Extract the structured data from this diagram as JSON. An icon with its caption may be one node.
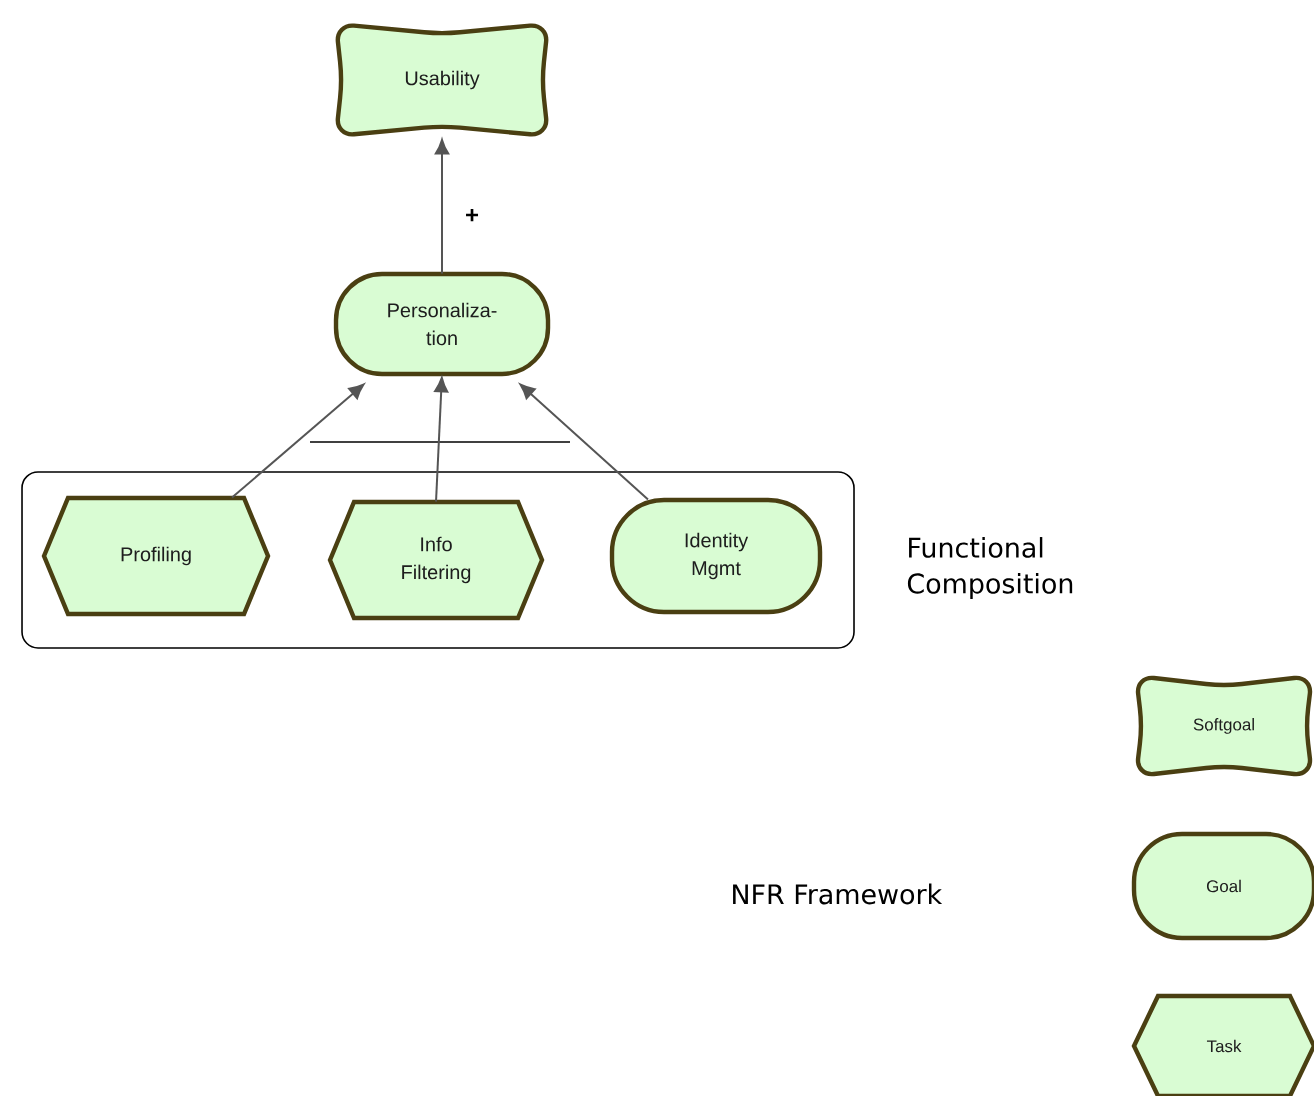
{
  "diagram": {
    "nodes": [
      {
        "text": [
          "Usability"
        ]
      },
      {
        "text": [
          "Personaliza- tion"
        ]
      },
      {
        "text": [
          "Functional Composition"
        ]
      },
      {
        "text": [
          "Profiling"
        ],
        "in": 2
      },
      {
        "text": [
          "Info Filtering"
        ],
        "in": 2
      },
      {
        "text": [
          "Identity Mgmt"
        ],
        "in": 2
      },
      {
        "text": [
          "Softgoal"
        ]
      },
      {
        "text": [
          "Goal"
        ]
      },
      {
        "text": [
          "Task"
        ]
      }
    ],
    "edges": [
      {
        "from": 1,
        "to": 0,
        "arrow": "to",
        "label": "+"
      },
      {
        "from": 3,
        "to": 1,
        "arrow": "to"
      },
      {
        "from": 4,
        "to": 1,
        "arrow": "to"
      },
      {
        "from": 5,
        "to": 1,
        "arrow": "to"
      }
    ],
    "labels": [
      "NFR Framework"
    ]
  }
}
